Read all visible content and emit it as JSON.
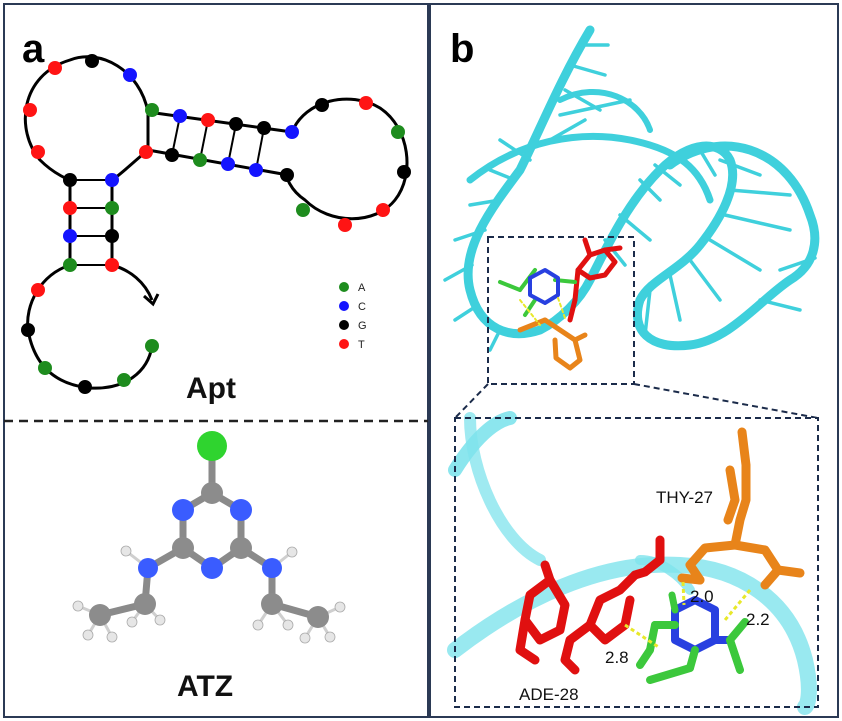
{
  "panel_a": {
    "letter": "a",
    "aptamer_label": "Apt",
    "molecule_label": "ATZ",
    "legend": [
      {
        "base": "A",
        "color": "#1e8c1e"
      },
      {
        "base": "C",
        "color": "#1414ff"
      },
      {
        "base": "G",
        "color": "#000000"
      },
      {
        "base": "T",
        "color": "#ff1414"
      }
    ]
  },
  "panel_b": {
    "letter": "b",
    "residue_labels": {
      "thy": "THY-27",
      "ade": "ADE-28"
    },
    "distances": {
      "d1": "2.0",
      "d2": "2.2",
      "d3": "2.8"
    }
  },
  "colors": {
    "frame": "#2b3a55",
    "ribbon": "#3fd0dc",
    "orange": "#e8841a",
    "red": "#e01010",
    "green": "#3cc83c",
    "blue": "#2840e0",
    "hbond": "#e8e82a"
  }
}
